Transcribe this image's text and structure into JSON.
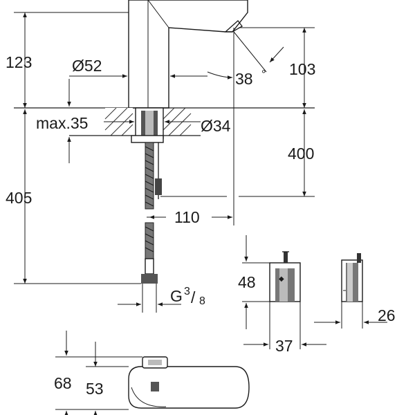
{
  "dimensions": {
    "spout_height": "123",
    "spout_diameter": "Ø52",
    "spout_angle": "38",
    "degree_symbol": "°",
    "spout_to_deck": "103",
    "max_deck": "max.35",
    "hole_diameter": "Ø34",
    "deck_to_hose": "400",
    "total_hose": "405",
    "projection": "110",
    "thread_prefix": "G",
    "thread_num": "3",
    "thread_slash": "/",
    "thread_den": "8",
    "box_height": "48",
    "box_width": "37",
    "box_depth": "26",
    "top_height_outer": "68",
    "top_height_inner": "53"
  },
  "brand": {
    "logo_icon": "grohe-logo-icon"
  }
}
